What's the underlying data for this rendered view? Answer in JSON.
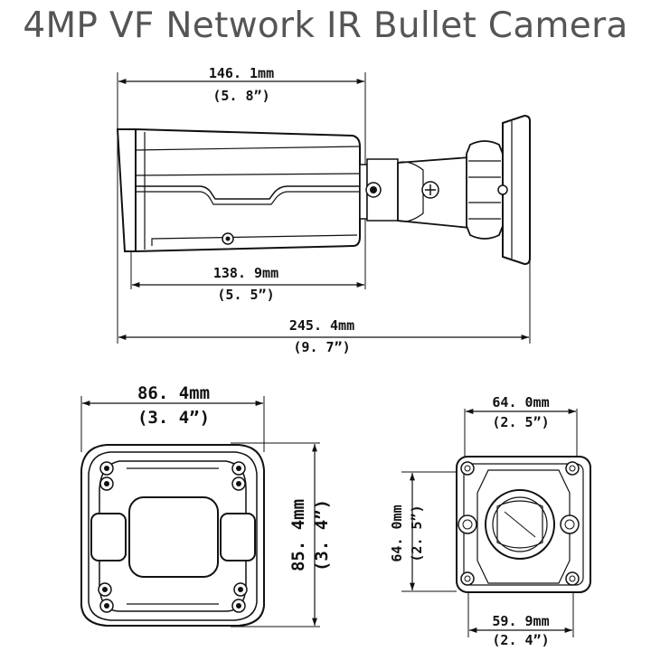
{
  "title": "4MP VF Network IR Bullet Camera",
  "dimensions": {
    "side_top_width": {
      "mm": "146. 1mm",
      "inch": "(5. 8”)"
    },
    "side_body_width": {
      "mm": "138. 9mm",
      "inch": "(5. 5”)"
    },
    "side_total_width": {
      "mm": "245. 4mm",
      "inch": "(9. 7”)"
    },
    "front_width": {
      "mm": "86. 4mm",
      "inch": "(3. 4”)"
    },
    "front_height": {
      "mm": "85. 4mm",
      "inch": "(3. 4”)"
    },
    "base_top_width": {
      "mm": "64. 0mm",
      "inch": "(2. 5”)"
    },
    "base_height": {
      "mm": "64. 0mm",
      "inch": "(2. 5”)"
    },
    "base_bottom_width": {
      "mm": "59. 9mm",
      "inch": "(2. 4”)"
    }
  }
}
